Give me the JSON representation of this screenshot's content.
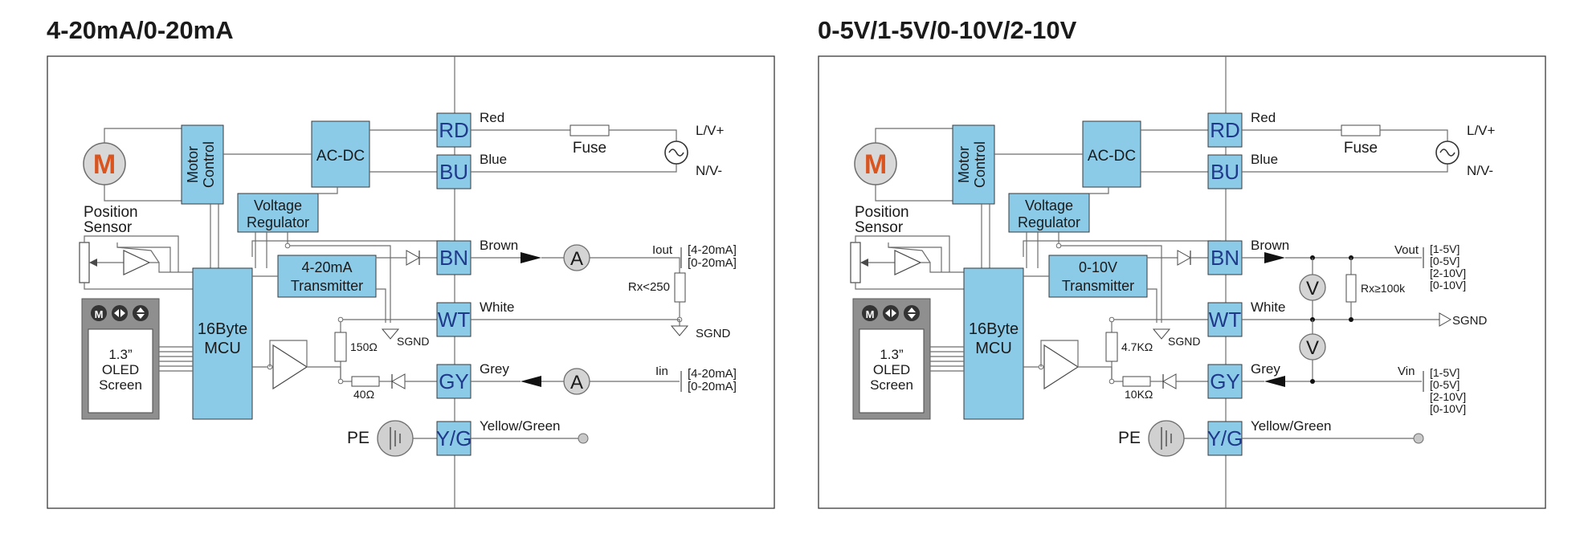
{
  "panels": [
    {
      "title": "4-20mA/0-20mA",
      "motor_letter": "M",
      "motor_control": "Motor Control",
      "ac_dc": "AC-DC",
      "voltage_regulator": "Voltage Regulator",
      "position_sensor": "Position Sensor",
      "transmitter": "4-20mA Transmitter",
      "mcu": "16Byte MCU",
      "oled_screen": "1.3” OLED Screen",
      "terminals": [
        "RD",
        "BU",
        "BN",
        "WT",
        "GY",
        "Y/G"
      ],
      "wires": [
        "Red",
        "Blue",
        "Brown",
        "White",
        "Grey",
        "Yellow/Green"
      ],
      "fuse": "Fuse",
      "lv_plus": "L/V+",
      "nv_minus": "N/V-",
      "pe": "PE",
      "sgnd_1": "SGND",
      "sgnd_2": "SGND",
      "resistor_1": "150Ω",
      "resistor_2": "40Ω",
      "load": "Rx<250",
      "meter_out": "A",
      "meter_in": "A",
      "out_label": "Iout",
      "in_label": "Iin",
      "out_range": [
        "[4-20mA]",
        "[0-20mA]"
      ],
      "in_range": [
        "[4-20mA]",
        "[0-20mA]"
      ]
    },
    {
      "title": "0-5V/1-5V/0-10V/2-10V",
      "motor_letter": "M",
      "motor_control": "Motor Control",
      "ac_dc": "AC-DC",
      "voltage_regulator": "Voltage Regulator",
      "position_sensor": "Position Sensor",
      "transmitter": "0-10V Transmitter",
      "mcu": "16Byte MCU",
      "oled_screen": "1.3” OLED Screen",
      "terminals": [
        "RD",
        "BU",
        "BN",
        "WT",
        "GY",
        "Y/G"
      ],
      "wires": [
        "Red",
        "Blue",
        "Brown",
        "White",
        "Grey",
        "Yellow/Green"
      ],
      "fuse": "Fuse",
      "lv_plus": "L/V+",
      "nv_minus": "N/V-",
      "pe": "PE",
      "sgnd_1": "SGND",
      "sgnd_2": "SGND",
      "resistor_1": "4.7KΩ",
      "resistor_2": "10KΩ",
      "load": "Rx≥100k",
      "meter_out": "V",
      "meter_in": "V",
      "out_label": "Vout",
      "in_label": "Vin",
      "out_range": [
        "[1-5V]",
        "[0-5V]",
        "[2-10V]",
        "[0-10V]"
      ],
      "in_range": [
        "[1-5V]",
        "[0-5V]",
        "[2-10V]",
        "[0-10V]"
      ]
    }
  ],
  "colors": {
    "block": "#8ccbe8",
    "terminal_text": "#1f3a8a",
    "motor_letter": "#d9541e",
    "oled_frame": "#8f8f8f"
  }
}
